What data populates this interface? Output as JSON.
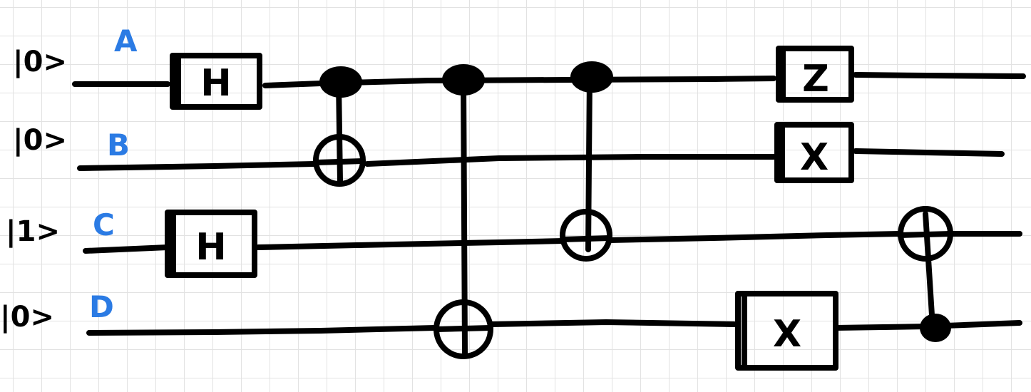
{
  "colors": {
    "ink": "#000000",
    "label": "#2b7be4",
    "grid": "#e2e2e2"
  },
  "qubits": [
    {
      "label": "A",
      "initial_state": "|0>"
    },
    {
      "label": "B",
      "initial_state": "|0>"
    },
    {
      "label": "C",
      "initial_state": "|1>"
    },
    {
      "label": "D",
      "initial_state": "|0>"
    }
  ],
  "gates": [
    {
      "type": "H",
      "label": "H",
      "target": "A"
    },
    {
      "type": "H",
      "label": "H",
      "target": "C"
    },
    {
      "type": "CNOT",
      "control": "A",
      "target": "B"
    },
    {
      "type": "CNOT",
      "control": "A",
      "target": "D"
    },
    {
      "type": "CNOT",
      "control": "A",
      "target": "C"
    },
    {
      "type": "Z",
      "label": "Z",
      "target": "A"
    },
    {
      "type": "X",
      "label": "X",
      "target": "B"
    },
    {
      "type": "X",
      "label": "X",
      "target": "D"
    },
    {
      "type": "CNOT",
      "control": "D",
      "target": "C"
    }
  ]
}
